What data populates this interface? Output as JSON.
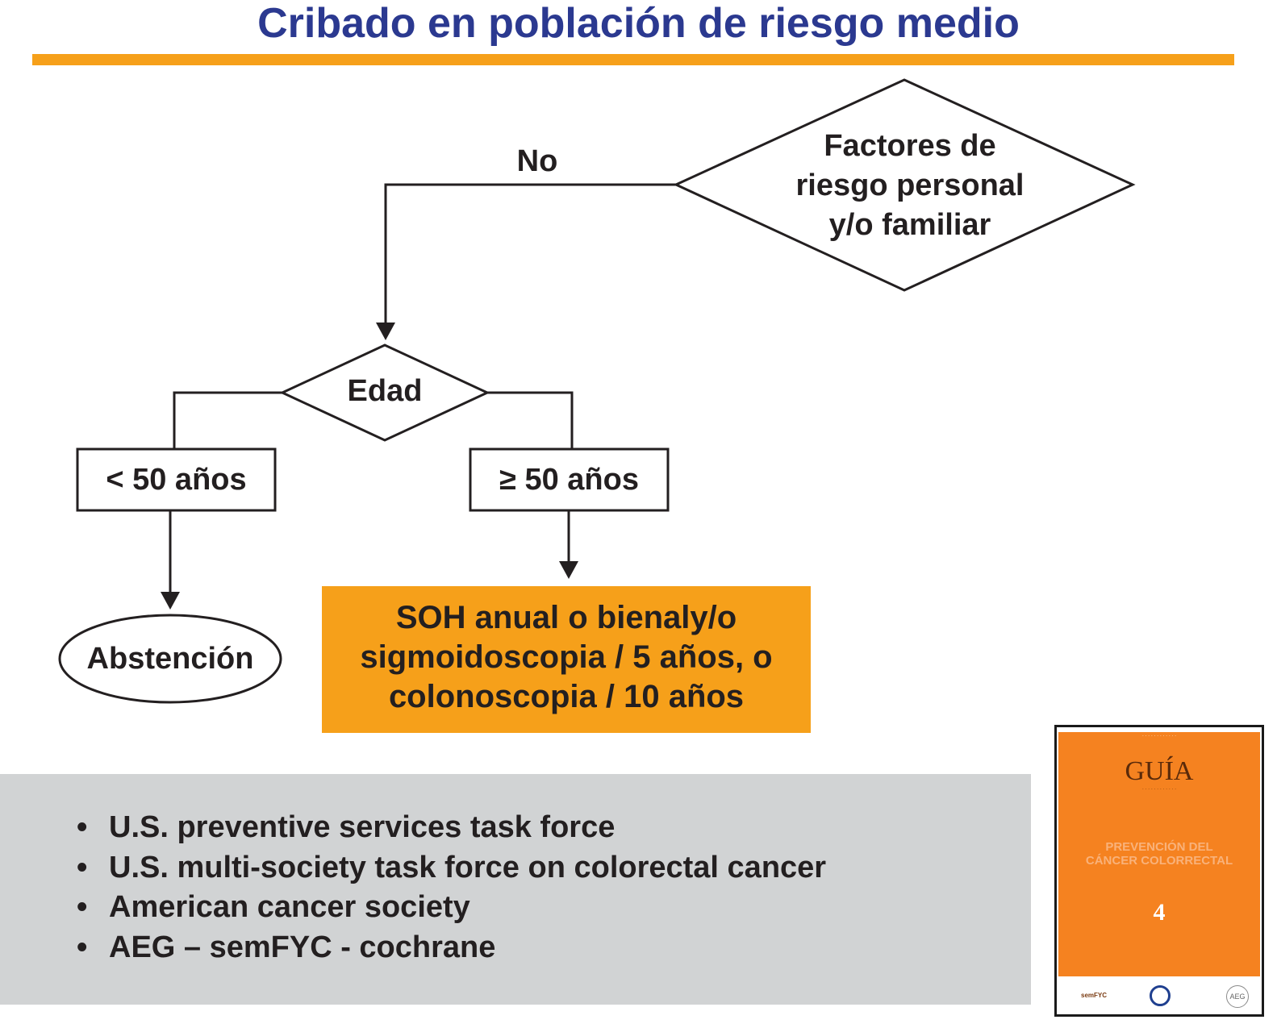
{
  "title": "Cribado en población de riesgo medio",
  "flow": {
    "decision_risk": [
      "Factores de",
      "riesgo personal",
      "y/o familiar"
    ],
    "edge_no": "No",
    "decision_age": "Edad",
    "under_50": "< 50 años",
    "over_50": "≥ 50 años",
    "abstention": "Abstención",
    "recommendation": [
      "SOH anual o bienaly/o",
      "sigmoidoscopia / 5 años, o",
      "colonoscopia / 10 años"
    ]
  },
  "references": [
    "U.S. preventive services task force",
    "U.S. multi-society task force on colorectal cancer",
    "American cancer society",
    "AEG – semFYC - cochrane"
  ],
  "bullet": "•",
  "cover": {
    "title": "GUÍA",
    "heading": [
      "PREVENCIÓN DEL",
      "CÁNCER COLORRECTAL"
    ],
    "number": "4",
    "logo_left": "semFYC",
    "logo_right": "AEG"
  },
  "colors": {
    "title": "#2b3990",
    "accent": "#f6a01a",
    "panel": "#d1d3d4",
    "cover": "#f58220"
  }
}
